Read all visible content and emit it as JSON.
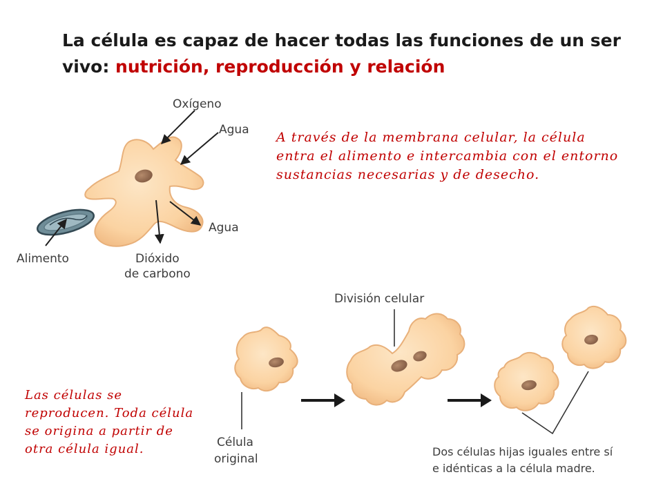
{
  "title": {
    "part1": "La célula es capaz de hacer todas las funciones de un ser vivo: ",
    "part2": "nutrición, reproducción y relación"
  },
  "nutrition_figure": {
    "labels": {
      "oxigeno": "Oxígeno",
      "agua_in": "Agua",
      "agua_out": "Agua",
      "alimento": "Alimento",
      "dioxido_line1": "Dióxido",
      "dioxido_line2": "de carbono"
    }
  },
  "note_nutrition": "A través de la membrana celular, la célula entra el alimento e intercambia con el entorno sustancias necesarias y de desecho.",
  "division_figure": {
    "labels": {
      "division": "División celular",
      "original_line1": "Célula",
      "original_line2": "original",
      "daughters_line1": "Dos células hijas iguales entre sí",
      "daughters_line2": "e idénticas a la célula madre."
    }
  },
  "note_reproduction": "Las células se reproducen. Toda célula se origina a partir de otra célula igual.",
  "colors": {
    "title_text": "#1a1a1a",
    "accent_red": "#c00000",
    "cell_fill": "#fbd6a8",
    "cell_edge": "#e8b07a",
    "nucleus": "#9c7254"
  }
}
